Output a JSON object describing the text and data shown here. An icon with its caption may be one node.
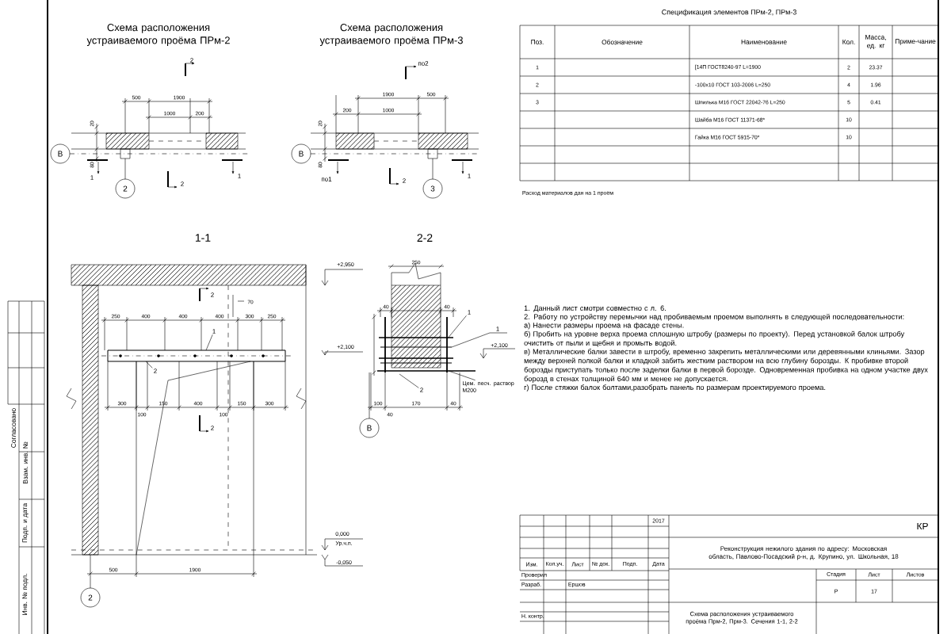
{
  "diagram": {
    "nodes": [
      {
        "text": [
          "В"
        ]
      },
      {
        "text": [
          "2"
        ]
      },
      {
        "text": [
          "В"
        ]
      },
      {
        "text": [
          "3"
        ]
      },
      {
        "text": [
          "1"
        ]
      },
      {
        "text": [
          "2"
        ]
      },
      {
        "text": [
          "2"
        ]
      },
      {
        "text": [
          "1"
        ]
      },
      {
        "text": [
          "2"
        ]
      },
      {
        "text": [
          "Цем. песч. раствор М200"
        ]
      },
      {
        "text": [
          "В"
        ]
      }
    ],
    "edges": [
      {
        "from": 4,
        "to": null,
        "arrow": "none"
      },
      {
        "from": 5,
        "to": null,
        "arrow": "none"
      },
      {
        "from": 7,
        "to": null,
        "arrow": "none"
      },
      {
        "from": 8,
        "to": null,
        "arrow": "none"
      },
      {
        "from": 9,
        "to": null,
        "arrow": "none"
      }
    ],
    "labels": [
      "Схема расположения устраиваемого проёма ПРм-2",
      "2",
      "500",
      "1900",
      "1000",
      "200",
      "20",
      "80",
      "1",
      "2",
      "1",
      "Схема расположения устраиваемого проёма ПРм-3",
      "по2",
      "1900",
      "500",
      "200",
      "1000",
      "20",
      "80",
      "по1",
      "2",
      "1",
      "Спецификация элементов ПРм-2, ПРм-3",
      "Поз.",
      "Обозначение",
      "Наименование",
      "Кол.",
      "Масса, ед. кг",
      "Приме-чание",
      "1",
      "[14П ГОСТ8240-97 L=1900",
      "2",
      "23.37",
      "2",
      "-100х10 ГОСТ 103-2006 L=250",
      "4",
      "1.96",
      "3",
      "Шпилька М16 ГОСТ 22042-76 L=250",
      "5",
      "0.41",
      "Шайба М16 ГОСТ 11371-68*",
      "10",
      "Гайка М16 ГОСТ 5915-70*",
      "10",
      "Расход материалов дан на 1 проём",
      "1-1",
      "2-2",
      "+2,950",
      "2",
      "70",
      "250",
      "400",
      "400",
      "400",
      "300",
      "250",
      "+2,100",
      "300",
      "150",
      "400",
      "150",
      "300",
      "100",
      "100",
      "2",
      "0,000",
      "Ур.ч.п.",
      "-0,050",
      "500",
      "1900",
      "250",
      "40",
      "40",
      "1",
      "+2,100",
      "100",
      "170",
      "40",
      "40",
      "1. Данный лист смотри совместно с л. 6.",
      "2. Работу по устройству перемычки над пробиваемым проемом выполнять в следующей последовательности:",
      "а) Нанести размеры проема на фасаде стены.",
      "б) Пробить на уровне верха проема сплошную штробу (размеры по проекту). Перед установкой балок штробу очистить от пыли и щебня и промыть водой.",
      "в) Металлические балки завести в штробу, временно закрепить металлическими или деревянными клиньями. Зазор между верхней полкой балки и кладкой забить жестким раствором на всю глубину борозды. К пробивке второй борозды приступать только после заделки балки в первой борозде. Одновременная пробивка на одном участке двух борозд в стенах толщиной 640 мм и менее не допускается.",
      "г) После стяжки балок болтами,разобрать панель по размерам проектируемого проема.",
      "2017",
      "КР",
      "Реконструкция нежилого здания по адресу: Московская область, Павлово-Посадский р-н, д. Крупино, ул. Школьная, 18",
      "Изм.",
      "Кол.уч.",
      "Лист",
      "№ док.",
      "Подп.",
      "Дата",
      "Проверил",
      "Стадия",
      "Лист",
      "Листов",
      "Разраб.",
      "Ершов",
      "Р",
      "17",
      "Н. контр.",
      "Схема расположения устраиваемого проёма Прм-2, Прм-3. Сечения 1-1, 2-2",
      "Согласовано",
      "Взам. инв. №",
      "Подп. и дата",
      "Инв. № подл."
    ]
  }
}
